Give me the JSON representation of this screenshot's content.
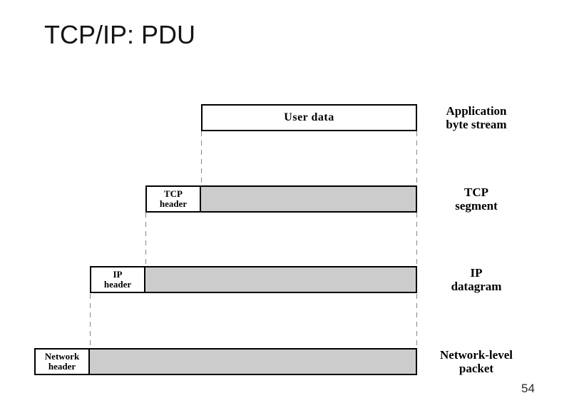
{
  "title": "TCP/IP: PDU",
  "page_number": "54",
  "colors": {
    "background": "#ffffff",
    "data_fill_gray": "#cccccc",
    "box_border": "#000000",
    "connector_dash": "#858585"
  },
  "rows": [
    {
      "id": "application-byte-stream",
      "body_label": "User data",
      "label_line1": "Application",
      "label_line2": "byte stream"
    },
    {
      "id": "tcp-segment",
      "header_line1": "TCP",
      "header_line2": "header",
      "label_line1": "TCP",
      "label_line2": "segment"
    },
    {
      "id": "ip-datagram",
      "header_line1": "IP",
      "header_line2": "header",
      "label_line1": "IP",
      "label_line2": "datagram"
    },
    {
      "id": "network-level-packet",
      "header_line1": "Network",
      "header_line2": "header",
      "label_line1": "Network-level",
      "label_line2": "packet"
    }
  ]
}
